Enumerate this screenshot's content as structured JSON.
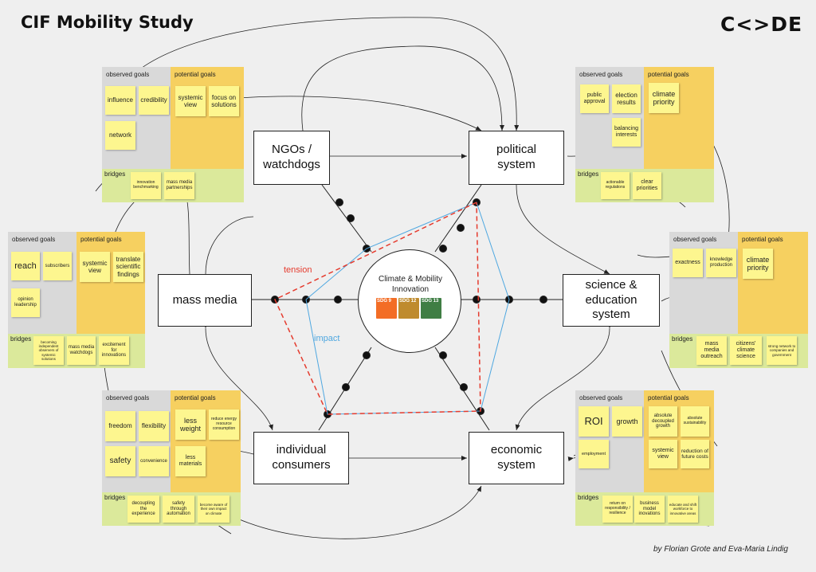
{
  "title": "CIF Mobility Study",
  "logo": "C<>DE",
  "credit": "by Florian Grote and Eva-Maria Lindig",
  "center": {
    "label": "Climate & Mobility Innovation",
    "sdgs": [
      "SDG 9",
      "SDG 12",
      "SDG 13"
    ]
  },
  "labels": {
    "tension": "tension",
    "impact": "impact"
  },
  "colors": {
    "tension": "#e53b2e",
    "impact": "#4ea7e0",
    "observed": "#d9d9d9",
    "potential": "#f6d060",
    "bridges": "#dbe99b",
    "note": "#fdf68f"
  },
  "nodes": {
    "ngos": "NGOs /\nwatchdogs",
    "political": "political\nsystem",
    "media": "mass media",
    "science": "science &\neducation\nsystem",
    "consumers": "individual\nconsumers",
    "economic": "economic\nsystem"
  },
  "panels": {
    "ngos": {
      "observed": "observed goals",
      "potential": "potential goals",
      "bridges": "bridges",
      "notes": [
        "influence",
        "credibility",
        "network",
        "systemic view",
        "focus on solutions",
        "innovation benchmarking",
        "mass media partnerships"
      ]
    },
    "political": {
      "observed": "observed goals",
      "potential": "potential goals",
      "bridges": "bridges",
      "notes": [
        "public approval",
        "election results",
        "balancing interests",
        "climate priority",
        "actionable regulations",
        "clear priorities"
      ]
    },
    "media": {
      "observed": "observed goals",
      "potential": "potential goals",
      "bridges": "bridges",
      "notes": [
        "reach",
        "subscribers",
        "opinion leadership",
        "systemic view",
        "translate scientific findings",
        "becoming independent observers of systemic solutions",
        "mass media watchdogs",
        "excitement for innovations"
      ]
    },
    "science": {
      "observed": "observed goals",
      "potential": "potential goals",
      "bridges": "bridges",
      "notes": [
        "exactness",
        "knowledge production",
        "climate priority",
        "mass media outreach",
        "citizens' climate science",
        "strong network to companies and government"
      ]
    },
    "consumers": {
      "observed": "observed goals",
      "potential": "potential goals",
      "bridges": "bridges",
      "notes": [
        "freedom",
        "flexibility",
        "safety",
        "convenience",
        "less weight",
        "reduce energy resource consumption",
        "less materials",
        "decoupling the experience",
        "safety through automation",
        "become aware of their own impact on climate"
      ]
    },
    "economic": {
      "observed": "observed goals",
      "potential": "potential goals",
      "bridges": "bridges",
      "notes": [
        "ROI",
        "growth",
        "employment",
        "absolute decoupled growth",
        "absolute sustainability",
        "systemic view",
        "reduction of future costs",
        "return on responsibility / resilience",
        "business model inovations",
        "educate and shift workforce to innovative areas"
      ]
    }
  }
}
